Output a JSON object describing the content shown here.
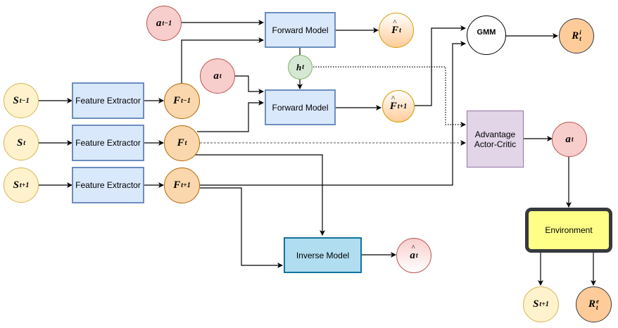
{
  "diagram": {
    "title": "Curiosity-driven RL architecture with forward/inverse models, GMM and A2C",
    "blocks": {
      "feature_extractor_1": "Feature Extractor",
      "feature_extractor_2": "Feature Extractor",
      "feature_extractor_3": "Feature Extractor",
      "forward_model_top": "Forward Model",
      "forward_model_bottom": "Forward Model",
      "inverse_model": "Inverse Model",
      "a2c_line1": "Advantage",
      "a2c_line2": "Actor-Critic",
      "environment": "Environment",
      "gmm": "GMM"
    },
    "nodes": {
      "s_prev": {
        "base": "S",
        "sub": "t−1"
      },
      "s_t": {
        "base": "S",
        "sub": "t"
      },
      "s_next": {
        "base": "S",
        "sub": "t+1"
      },
      "f_prev": {
        "base": "F",
        "sub": "t−1"
      },
      "f_t": {
        "base": "F",
        "sub": "t"
      },
      "f_next": {
        "base": "F",
        "sub": "t+1"
      },
      "a_prev": {
        "base": "a",
        "sub": "t−1"
      },
      "a_t_input": {
        "base": "a",
        "sub": "t"
      },
      "h_t": {
        "base": "h",
        "sub": "t"
      },
      "f_hat_t": {
        "base": "F",
        "sub": "t"
      },
      "f_hat_next": {
        "base": "F",
        "sub": "t+1"
      },
      "r_intrinsic": {
        "base": "R",
        "sub": "t",
        "sup": "i"
      },
      "a_t_output": {
        "base": "a",
        "sub": "t"
      },
      "a_hat_t": {
        "base": "a",
        "sub": "t"
      },
      "env_s_next": {
        "base": "S",
        "sub": "t+1"
      },
      "r_extrinsic": {
        "base": "R",
        "sub": "t",
        "sup": "e"
      }
    },
    "colors": {
      "state": "#fff2cc",
      "feature": "#fad7ac",
      "action": "#f8cecc",
      "hidden": "#d5e8d4",
      "model": "#dae8fc",
      "inverse": "#b1ddf0",
      "a2c": "#e1d5e7",
      "environment": "#ffff88"
    }
  }
}
